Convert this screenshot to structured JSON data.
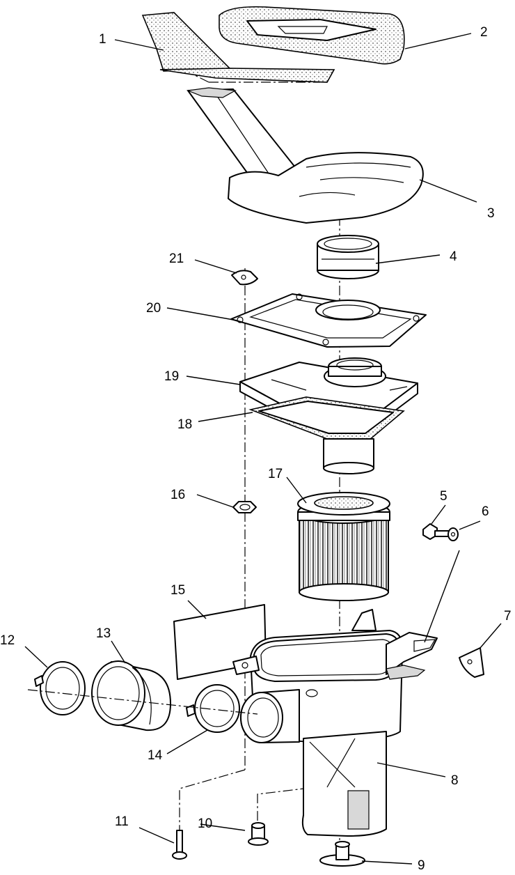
{
  "callouts": [
    "1",
    "2",
    "3",
    "4",
    "5",
    "6",
    "7",
    "8",
    "9",
    "10",
    "11",
    "12",
    "13",
    "14",
    "15",
    "16",
    "17",
    "18",
    "19",
    "20",
    "21"
  ]
}
